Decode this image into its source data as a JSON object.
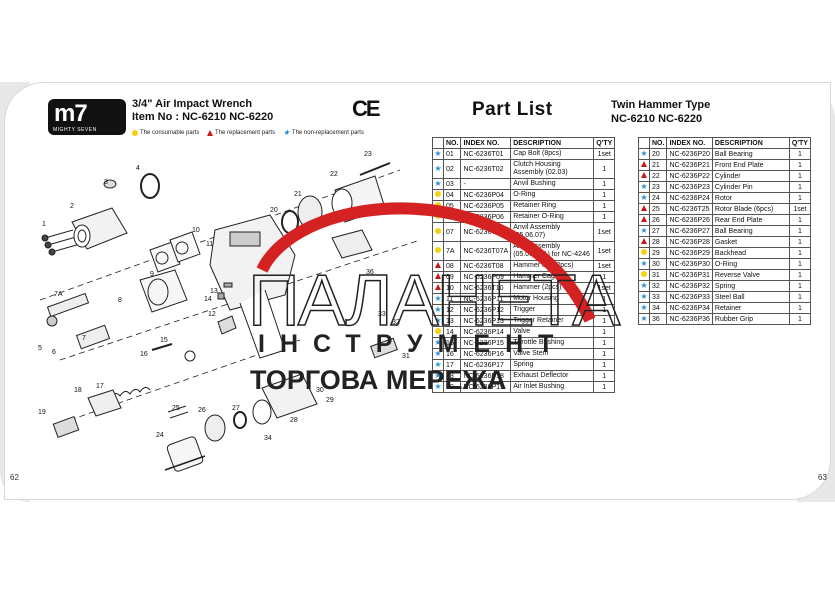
{
  "page": {
    "left_number": "62",
    "right_number": "63"
  },
  "brand": {
    "logo_main": "m7",
    "logo_sub": "MIGHTY SEVEN"
  },
  "title": {
    "line1": "3/4\" Air Impact Wrench",
    "line2": "Item No : NC-6210 NC-6220",
    "ce_mark": "CE"
  },
  "legend": {
    "consumable": "The consumable parts",
    "replacement": "The replacement parts",
    "non_replacement": "The non-replacement parts"
  },
  "part_list": {
    "heading": "Part  List",
    "type_line1": "Twin Hammer Type",
    "type_line2": "NC-6210 NC-6220"
  },
  "colors": {
    "consumable": "#f4d20d",
    "replacement": "#c81818",
    "non_replacement": "#2a8fd6",
    "watermark_red": "#d42222"
  },
  "table": {
    "headers": {
      "no": "NO.",
      "index": "INDEX NO.",
      "desc": "DESCRIPTION",
      "qty": "Q'TY"
    },
    "left_rows": [
      {
        "mark": "star",
        "no": "01",
        "index": "NC-6236T01",
        "desc": "Cap Bolt (8pcs)",
        "qty": "1set"
      },
      {
        "mark": "star",
        "no": "02",
        "index": "NC-6236T02",
        "desc": "Clutch Housing Assembly (02.03)",
        "qty": "1"
      },
      {
        "mark": "star",
        "no": "03",
        "index": "-",
        "desc": "Anvil Bushing",
        "qty": "1"
      },
      {
        "mark": "dot",
        "no": "04",
        "index": "NC-6236P04",
        "desc": "O-Ring",
        "qty": "1"
      },
      {
        "mark": "dot",
        "no": "05",
        "index": "NC-6236P05",
        "desc": "Retainer Ring",
        "qty": "1"
      },
      {
        "mark": "dot",
        "no": "06",
        "index": "NC-6236P06",
        "desc": "Retainer O-Ring",
        "qty": "1"
      },
      {
        "mark": "dot",
        "no": "07",
        "index": "NC-6236T07",
        "desc": "Anvil Assembly (05.06.07)",
        "qty": "1set"
      },
      {
        "mark": "dot",
        "no": "7A",
        "index": "NC-6236T07A",
        "desc": "Anvil Assembly (05.06.07A) for NC-4246",
        "qty": "1set"
      },
      {
        "mark": "tri",
        "no": "08",
        "index": "NC-6236T08",
        "desc": "Hammer Pin (2pcs)",
        "qty": "1set"
      },
      {
        "mark": "tri",
        "no": "09",
        "index": "NC-6236P09",
        "desc": "Hammer Cage",
        "qty": "1"
      },
      {
        "mark": "tri",
        "no": "10",
        "index": "NC-6236T10",
        "desc": "Hammer (2pcs)",
        "qty": "1set"
      },
      {
        "mark": "star",
        "no": "11",
        "index": "NC-6236P11",
        "desc": "Motor Housing",
        "qty": "1"
      },
      {
        "mark": "star",
        "no": "12",
        "index": "NC-6236P12",
        "desc": "Trigger",
        "qty": "1"
      },
      {
        "mark": "star",
        "no": "13",
        "index": "NC-6236P13",
        "desc": "Trigger Retainer",
        "qty": "1"
      },
      {
        "mark": "dot",
        "no": "14",
        "index": "NC-6236P14",
        "desc": "Valve",
        "qty": "1"
      },
      {
        "mark": "star",
        "no": "15",
        "index": "NC-6236P15",
        "desc": "Throttle Bushing",
        "qty": "1"
      },
      {
        "mark": "star",
        "no": "16",
        "index": "NC-6236P16",
        "desc": "Valve Stem",
        "qty": "1"
      },
      {
        "mark": "star",
        "no": "17",
        "index": "NC-6236P17",
        "desc": "Spring",
        "qty": "1"
      },
      {
        "mark": "star",
        "no": "18",
        "index": "NC-6236P18",
        "desc": "Exhaust Deflector",
        "qty": "1"
      },
      {
        "mark": "star",
        "no": "19",
        "index": "NC-6236P19",
        "desc": "Air Inlet Bushing",
        "qty": "1"
      }
    ],
    "right_rows": [
      {
        "mark": "star",
        "no": "20",
        "index": "NC-6236P20",
        "desc": "Ball Bearing",
        "qty": "1"
      },
      {
        "mark": "tri",
        "no": "21",
        "index": "NC-6236P21",
        "desc": "Front End Plate",
        "qty": "1"
      },
      {
        "mark": "tri",
        "no": "22",
        "index": "NC-6236P22",
        "desc": "Cylinder",
        "qty": "1"
      },
      {
        "mark": "star",
        "no": "23",
        "index": "NC-6236P23",
        "desc": "Cylinder Pin",
        "qty": "1"
      },
      {
        "mark": "star",
        "no": "24",
        "index": "NC-6236P24",
        "desc": "Rotor",
        "qty": "1"
      },
      {
        "mark": "tri",
        "no": "25",
        "index": "NC-6236T25",
        "desc": "Rotor Blade (6pcs)",
        "qty": "1set"
      },
      {
        "mark": "tri",
        "no": "26",
        "index": "NC-6236P26",
        "desc": "Rear End Plate",
        "qty": "1"
      },
      {
        "mark": "star",
        "no": "27",
        "index": "NC-6236P27",
        "desc": "Ball Bearing",
        "qty": "1"
      },
      {
        "mark": "tri",
        "no": "28",
        "index": "NC-6236P28",
        "desc": "Gasket",
        "qty": "1"
      },
      {
        "mark": "dot",
        "no": "29",
        "index": "NC-6236P29",
        "desc": "Backhead",
        "qty": "1"
      },
      {
        "mark": "star",
        "no": "30",
        "index": "NC-6236P30",
        "desc": "O-Ring",
        "qty": "1"
      },
      {
        "mark": "dot",
        "no": "31",
        "index": "NC-6236P31",
        "desc": "Reverse Valve",
        "qty": "1"
      },
      {
        "mark": "star",
        "no": "32",
        "index": "NC-6236P32",
        "desc": "Spring",
        "qty": "1"
      },
      {
        "mark": "star",
        "no": "33",
        "index": "NC-6236P33",
        "desc": "Steel Ball",
        "qty": "1"
      },
      {
        "mark": "star",
        "no": "34",
        "index": "NC-6236P34",
        "desc": "Retainer",
        "qty": "1"
      },
      {
        "mark": "star",
        "no": "36",
        "index": "NC-6236P36",
        "desc": "Rubber Grip",
        "qty": "1"
      }
    ]
  },
  "diagram": {
    "callouts": [
      "1",
      "2",
      "3",
      "4",
      "5",
      "6",
      "7",
      "7A",
      "8",
      "9",
      "10",
      "11",
      "12",
      "13",
      "14",
      "15",
      "16",
      "17",
      "18",
      "19",
      "20",
      "21",
      "22",
      "23",
      "24",
      "25",
      "26",
      "27",
      "28",
      "29",
      "30",
      "31",
      "32",
      "33",
      "34",
      "36"
    ]
  },
  "watermark": {
    "letters": "ПАЛАНЕТА",
    "line1": "ІНСТРУМЕНТ",
    "line2": "ТОРГОВА МЕРЕЖА"
  }
}
